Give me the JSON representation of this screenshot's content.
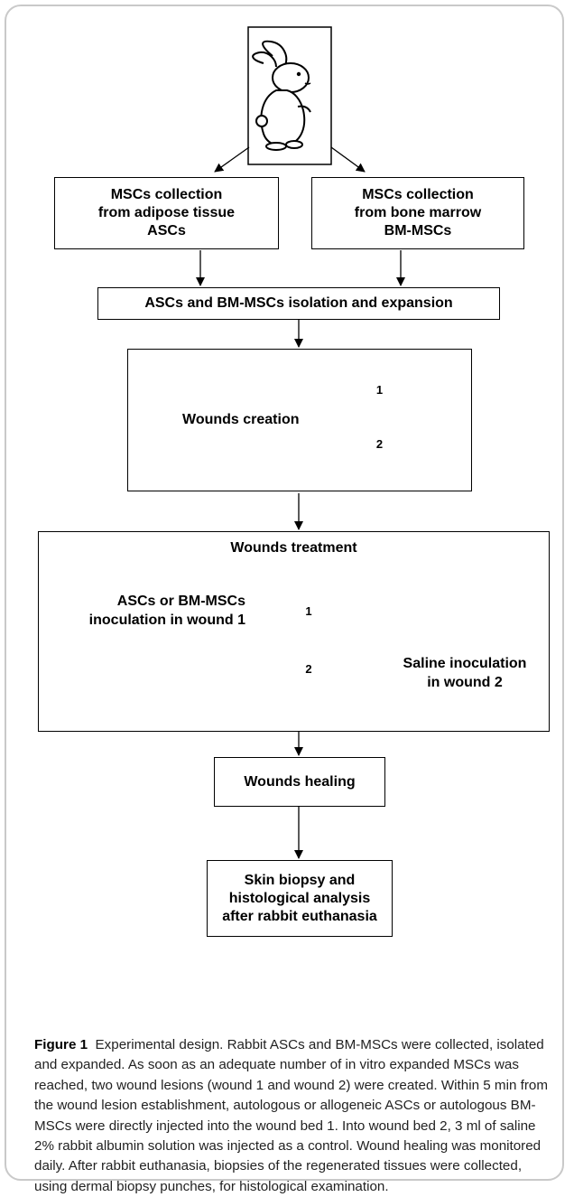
{
  "diagram": {
    "box_adipose": "MSCs collection\nfrom adipose tissue\nASCs",
    "box_bone": "MSCs collection\nfrom bone marrow\nBM-MSCs",
    "box_isolation": "ASCs and BM-MSCs isolation and expansion",
    "box_creation": "Wounds creation",
    "wound1": "1",
    "wound2": "2",
    "treatment_title": "Wounds treatment",
    "asc_inoculation": "ASCs  or BM-MSCs\ninoculation in wound 1",
    "saline_inoculation": "Saline inoculation\nin wound 2",
    "box_healing": "Wounds healing",
    "box_biopsy": "Skin biopsy and\nhistological analysis\nafter rabbit euthanasia"
  },
  "caption": {
    "label": "Figure 1",
    "text": "Experimental design. Rabbit ASCs and BM-MSCs were collected, isolated and expanded. As soon as an adequate number of in vitro expanded MSCs was reached, two wound lesions (wound 1 and wound 2) were created. Within 5 min from the wound lesion establishment, autologous or allogeneic ASCs or autologous BM-MSCs were directly injected into the wound bed 1. Into wound bed 2, 3 ml of saline 2% rabbit albumin solution was injected as a control. Wound healing was monitored daily. After rabbit euthanasia, biopsies of the regenerated tissues were collected, using dermal biopsy punches, for histological examination."
  }
}
